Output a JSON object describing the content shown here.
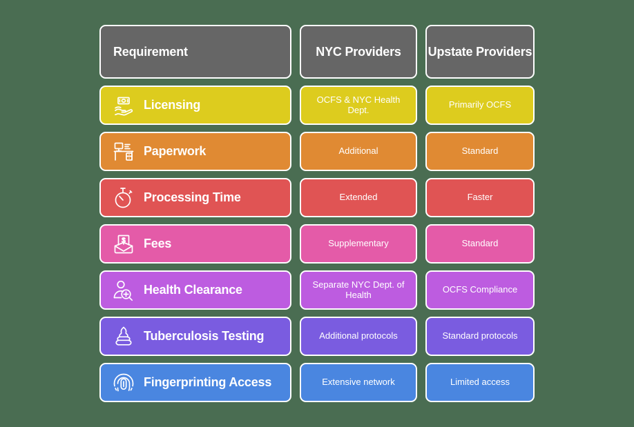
{
  "background_color": "#4a6d52",
  "header": {
    "columns": [
      {
        "label": "Requirement",
        "name": "header-requirement"
      },
      {
        "label": "NYC Providers",
        "name": "header-nyc-providers"
      },
      {
        "label": "Upstate Providers",
        "name": "header-upstate-providers"
      }
    ],
    "color": "#666666"
  },
  "rows": [
    {
      "requirement": "Licensing",
      "icon": "money-in-hand-icon",
      "nyc": "OCFS & NYC Health Dept.",
      "upstate": "Primarily OCFS",
      "color": "#ddcc1e"
    },
    {
      "requirement": "Paperwork",
      "icon": "desk-computer-icon",
      "nyc": "Additional",
      "upstate": "Standard",
      "color": "#e08a33"
    },
    {
      "requirement": "Processing Time",
      "icon": "stopwatch-icon",
      "nyc": "Extended",
      "upstate": "Faster",
      "color": "#e05454"
    },
    {
      "requirement": "Fees",
      "icon": "envelope-money-icon",
      "nyc": "Supplementary",
      "upstate": "Standard",
      "color": "#e45ba8"
    },
    {
      "requirement": "Health Clearance",
      "icon": "person-medical-search-icon",
      "nyc": "Separate NYC Dept. of Health",
      "upstate": "OCFS Compliance",
      "color": "#bd5ce0"
    },
    {
      "requirement": "Tuberculosis Testing",
      "icon": "lungs-icon",
      "nyc": "Additional protocols",
      "upstate": "Standard protocols",
      "color": "#7a5ce0"
    },
    {
      "requirement": "Fingerprinting Access",
      "icon": "fingerprint-icon",
      "nyc": "Extensive network",
      "upstate": "Limited access",
      "color": "#4a86e0"
    }
  ]
}
